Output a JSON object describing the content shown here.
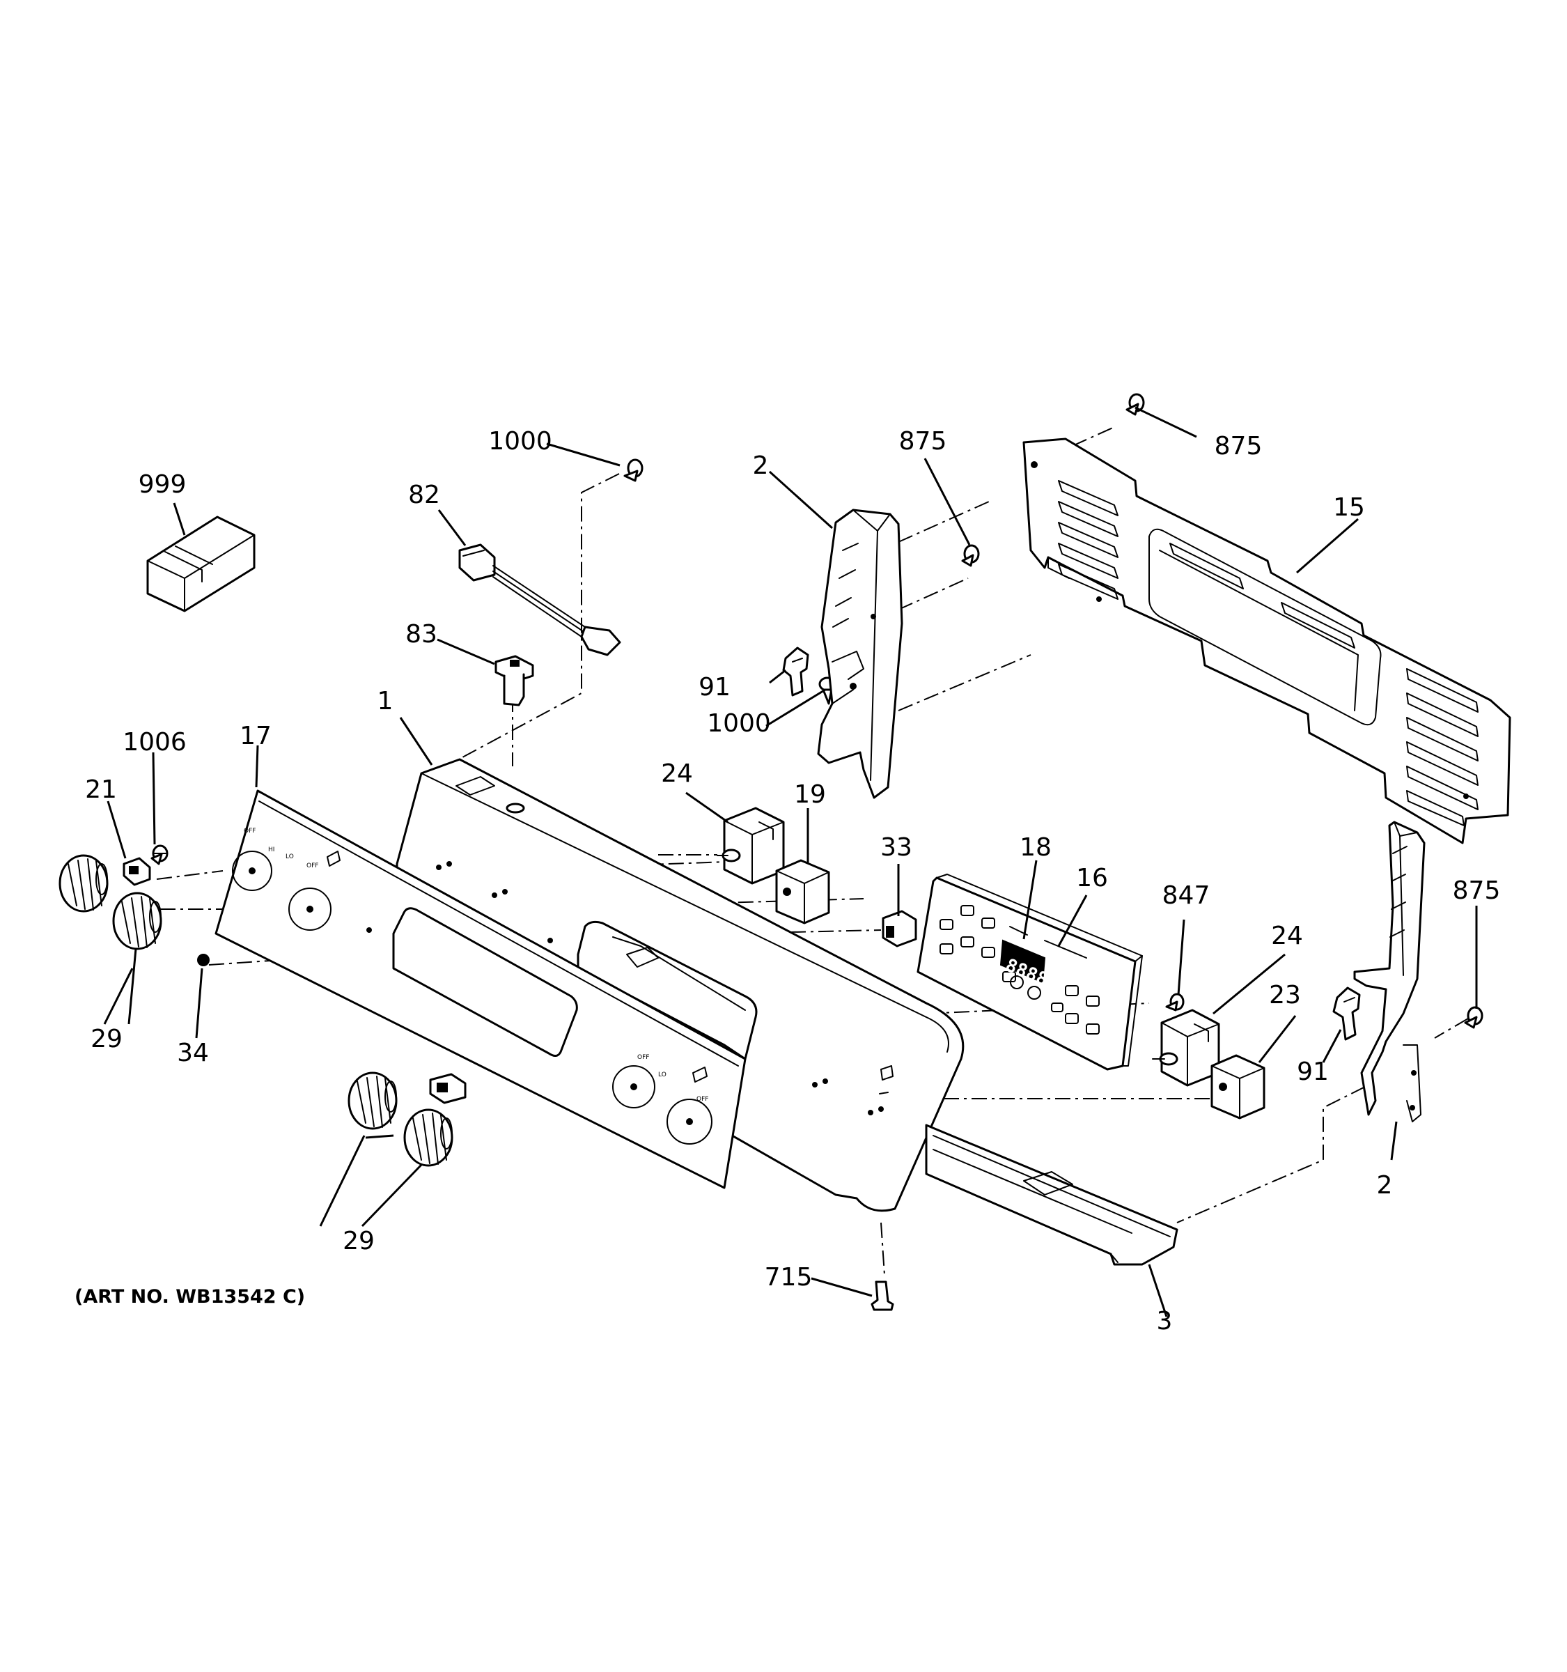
{
  "callouts": {
    "c999": "999",
    "c1000_top": "1000",
    "c82": "82",
    "c83": "83",
    "c1": "1",
    "c1006": "1006",
    "c17": "17",
    "c21": "21",
    "c29_left": "29",
    "c34": "34",
    "c24_mid": "24",
    "c19": "19",
    "c2_top": "2",
    "c875_mid": "875",
    "c91_top": "91",
    "c1000_mid": "1000",
    "c875_top": "875",
    "c15": "15",
    "c33": "33",
    "c18": "18",
    "c16": "16",
    "c847": "847",
    "c24_right": "24",
    "c23": "23",
    "c875_right": "875",
    "c91_right": "91",
    "c2_right": "2",
    "c29_bottom": "29",
    "c715": "715",
    "c3": "3"
  },
  "art_number": "(ART NO. WB13542 C)",
  "control_display": "8888",
  "panel_labels": {
    "off": "OFF",
    "lo": "LO",
    "hi": "HI"
  },
  "icons": [
    "parts-box-icon",
    "screw-icon",
    "wire-harness-icon",
    "indicator-light-icon",
    "control-knob-icon",
    "infinite-switch-icon",
    "rocker-switch-icon",
    "end-cap-bracket-icon"
  ]
}
